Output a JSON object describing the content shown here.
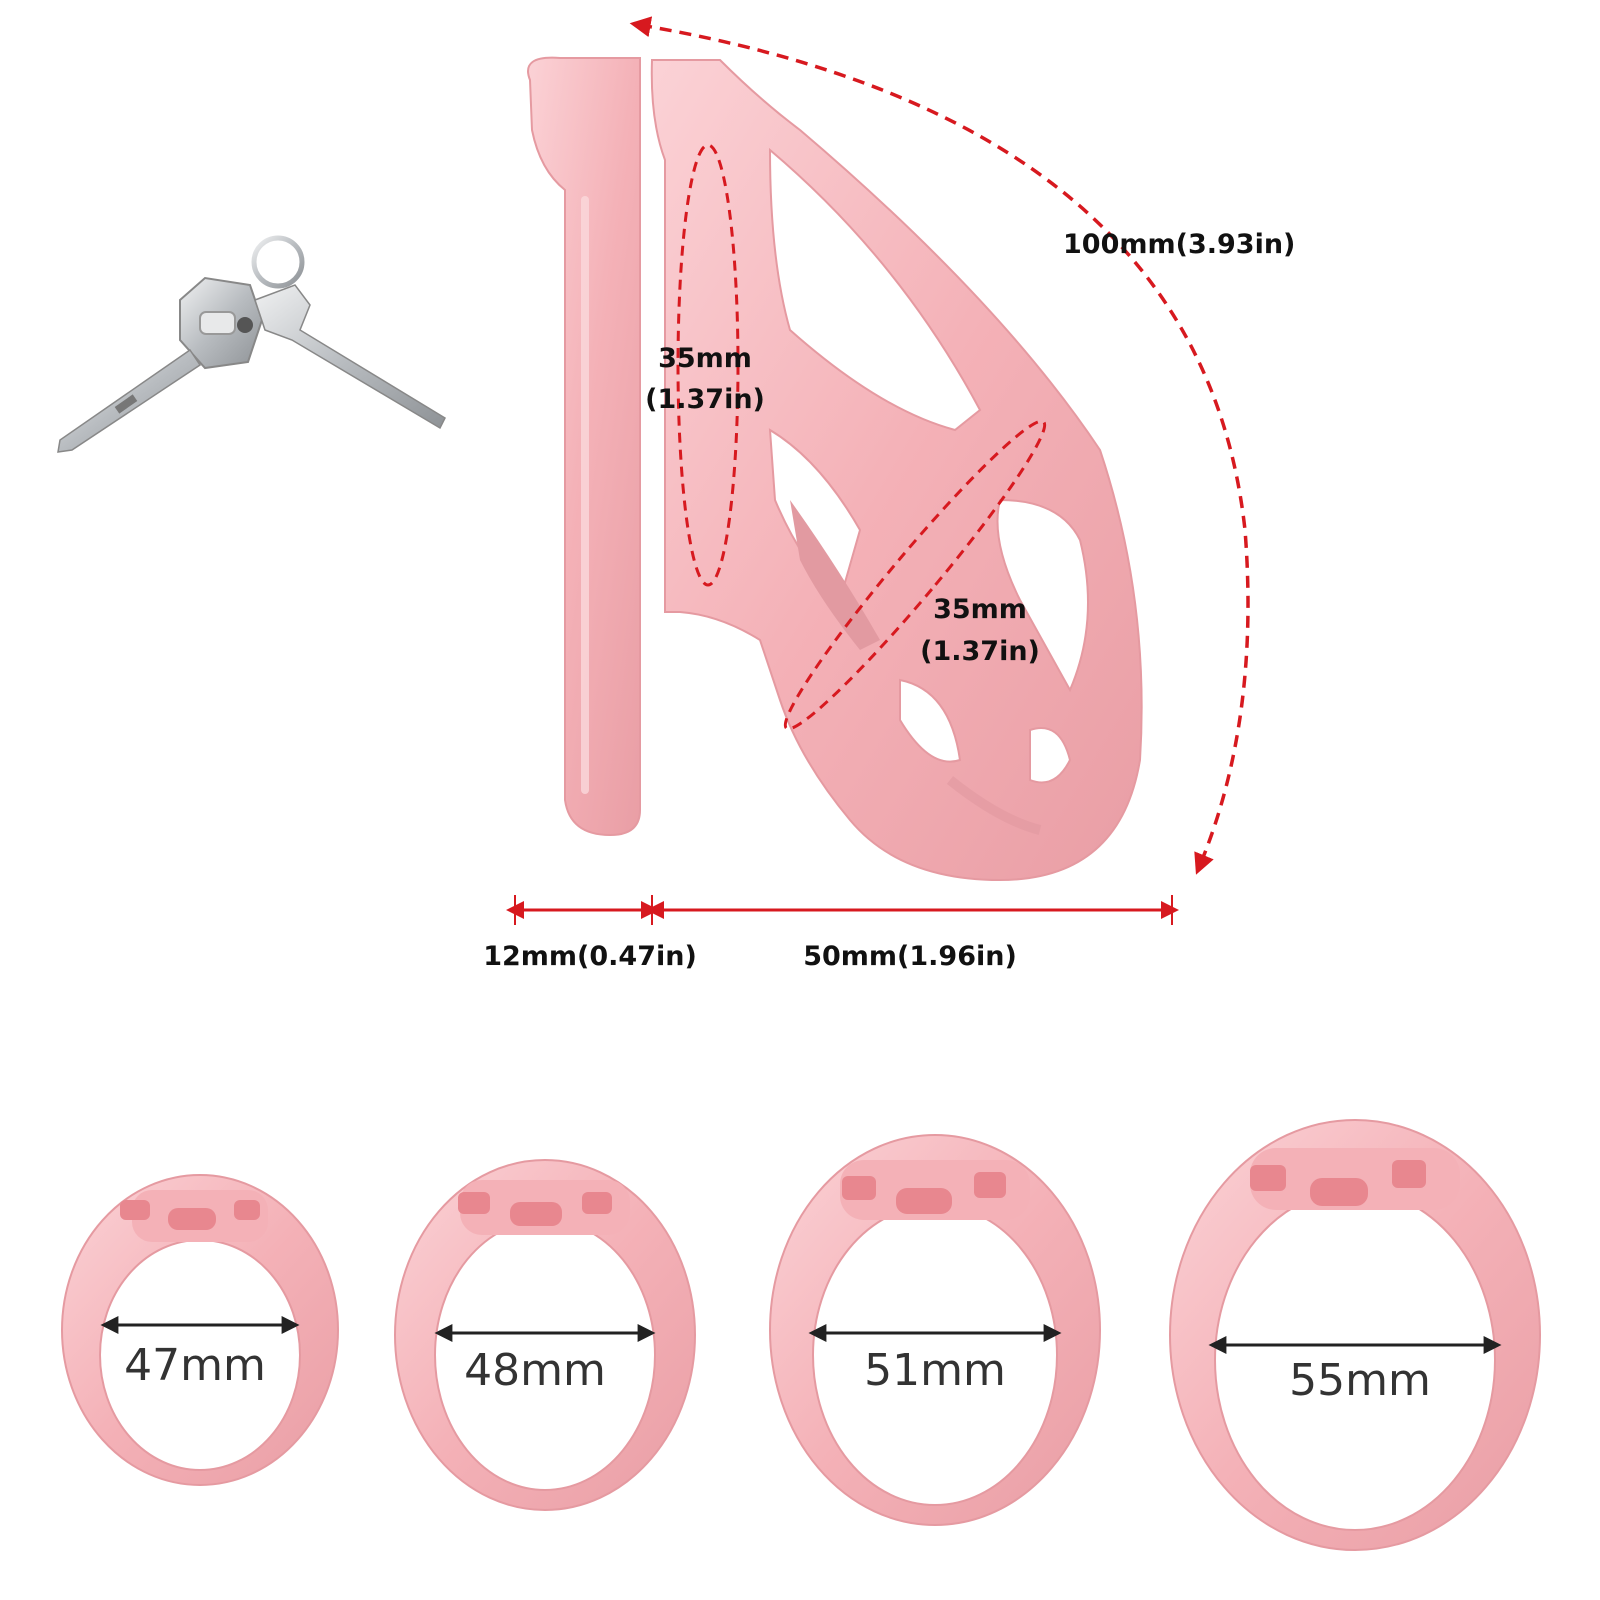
{
  "colors": {
    "product": "#f4b3b8",
    "product_shadow": "#e59aa1",
    "product_highlight": "#fbd6d9",
    "dimension_dashed": "#d7191f",
    "dimension_solid": "#d7191f",
    "text": "#111111",
    "ring_arrow": "#222222",
    "metal": "#c9cccf"
  },
  "icons": {
    "keys": "key-ring-icon"
  },
  "dimensions": {
    "length_curved": "100mm(3.93in)",
    "top_opening_value": "35mm",
    "top_opening_inches": "(1.37in)",
    "cage_diameter_value": "35mm",
    "cage_diameter_inches": "(1.37in)",
    "gap": "12mm(0.47in)",
    "depth": "50mm(1.96in)"
  },
  "rings": [
    {
      "size": "47mm"
    },
    {
      "size": "48mm"
    },
    {
      "size": "51mm"
    },
    {
      "size": "55mm"
    }
  ]
}
